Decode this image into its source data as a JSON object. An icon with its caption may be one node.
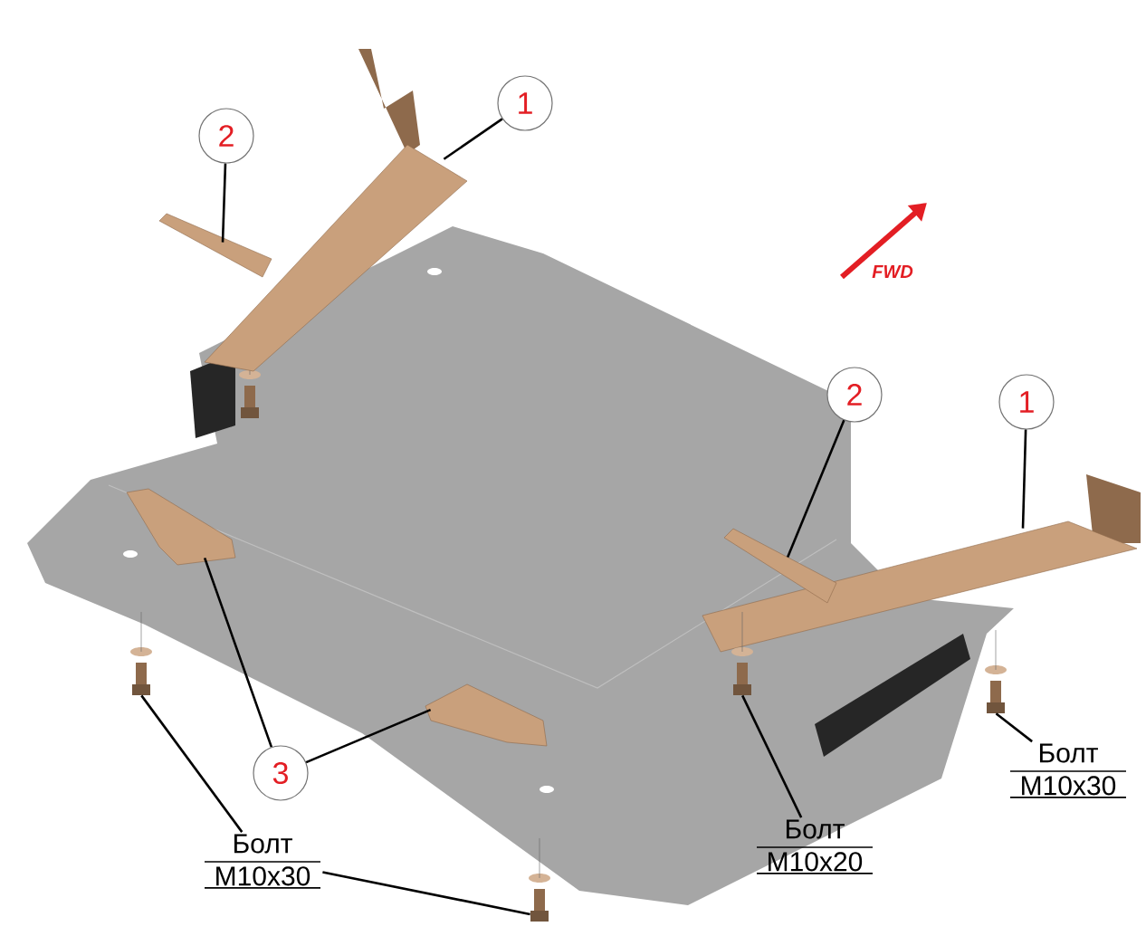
{
  "diagram": {
    "nodes": [
      {
        "text": [
          "2"
        ]
      },
      {
        "text": [
          "1"
        ]
      },
      {
        "text": [
          "2"
        ]
      },
      {
        "text": [
          "1"
        ]
      },
      {
        "text": [
          "3"
        ]
      },
      {
        "text": [
          "Болт M10x30"
        ]
      },
      {
        "text": [
          "Болт M10x20"
        ]
      },
      {
        "text": [
          "Болт M10x30"
        ]
      },
      {
        "text": [],
        "shape": "picture"
      },
      {
        "text": [],
        "shape": "picture"
      },
      {
        "text": [],
        "shape": "picture"
      },
      {
        "text": [],
        "shape": "picture"
      },
      {
        "text": [],
        "shape": "picture"
      },
      {
        "text": [],
        "shape": "picture"
      },
      {
        "text": [],
        "shape": "picture"
      },
      {
        "text": [],
        "shape": "picture"
      },
      {
        "text": [],
        "shape": "picture"
      },
      {
        "text": [],
        "shape": "picture"
      }
    ],
    "edges": [
      {
        "from": 0,
        "to": 8,
        "arrow": "none"
      },
      {
        "from": 1,
        "to": 9,
        "arrow": "none"
      },
      {
        "from": 2,
        "to": 10,
        "arrow": "none"
      },
      {
        "from": 3,
        "to": 11,
        "arrow": "none"
      },
      {
        "from": 4,
        "to": 12,
        "arrow": "none"
      },
      {
        "from": 4,
        "to": 13,
        "arrow": "none"
      },
      {
        "from": 5,
        "to": 14,
        "arrow": "none"
      },
      {
        "from": 5,
        "to": 15,
        "arrow": "none"
      },
      {
        "from": 6,
        "to": 16,
        "arrow": "none"
      },
      {
        "from": 7,
        "to": 17,
        "arrow": "none"
      }
    ],
    "labels": [
      "FWD"
    ]
  }
}
